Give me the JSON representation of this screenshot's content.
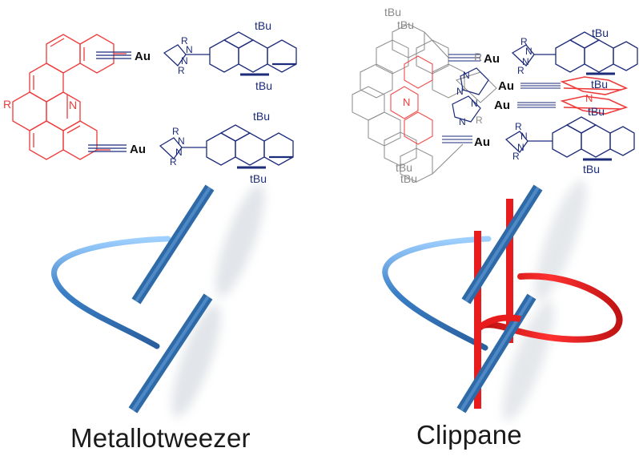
{
  "captions": {
    "left": "Metallotweezer",
    "right": "Clippane"
  },
  "labels": {
    "tBu": "tBu",
    "Au": "Au",
    "R": "R",
    "N": "N"
  },
  "colors": {
    "acridine": "#ef3a3a",
    "nhc_pyrene": "#1c2b7a",
    "gold_text": "#111111",
    "cartoon_blue": "#3a78c0",
    "cartoon_red": "#e81c1c",
    "ghost": "#8a8a8a"
  }
}
